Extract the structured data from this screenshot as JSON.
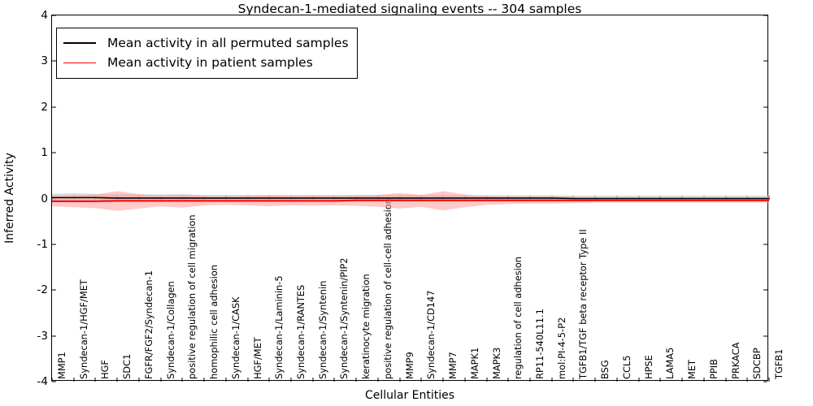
{
  "chart_data": {
    "type": "line",
    "title": "Syndecan-1-mediated signaling events -- 304 samples",
    "xlabel": "Cellular Entities",
    "ylabel": "Inferred Activity",
    "ylim": [
      -4,
      4
    ],
    "yticks": [
      -4,
      -3,
      -2,
      -1,
      0,
      1,
      2,
      3,
      4
    ],
    "yticklabels": [
      "-4",
      "-3",
      "-2",
      "-1",
      "0",
      "1",
      "2",
      "3",
      "4"
    ],
    "grid": false,
    "legend_position": "upper left",
    "legend": [
      {
        "label": "Mean activity in all permuted samples",
        "color": "#000000"
      },
      {
        "label": "Mean activity in patient samples",
        "color": "#ff0000"
      }
    ],
    "categories": [
      "MMP1",
      "Syndecan-1/HGF/MET",
      "HGF",
      "SDC1",
      "FGFR/FGF2/Syndecan-1",
      "Syndecan-1/Collagen",
      "positive regulation of cell migration",
      "homophilic cell adhesion",
      "Syndecan-1/CASK",
      "HGF/MET",
      "Syndecan-1/Laminin-5",
      "Syndecan-1/RANTES",
      "Syndecan-1/Syntenin",
      "Syndecan-1/Syntenin/PIP2",
      "keratinocyte migration",
      "positive regulation of cell-cell adhesion",
      "MMP9",
      "Syndecan-1/CD147",
      "MMP7",
      "MAPK1",
      "MAPK3",
      "regulation of cell adhesion",
      "RP11-540L11.1",
      "mol:PI-4-5-P2",
      "TGFB1/TGF beta receptor Type II",
      "BSG",
      "CCL5",
      "HPSE",
      "LAMA5",
      "MET",
      "PPIB",
      "PRKACA",
      "SDCBP",
      "TGFB1"
    ],
    "series": [
      {
        "name": "Mean activity in all permuted samples",
        "color": "#000000",
        "band_color": "#c8c8c8",
        "values": [
          0.02,
          0.02,
          0.02,
          0.01,
          0.01,
          0.01,
          0.01,
          0.01,
          0.01,
          0.01,
          0.01,
          0.01,
          0.01,
          0.01,
          0.01,
          0.01,
          0.01,
          0.01,
          0.01,
          0.01,
          0.01,
          0.01,
          0.01,
          0.01,
          0.0,
          0.0,
          0.0,
          0.0,
          0.0,
          0.0,
          0.0,
          0.0,
          0.0,
          0.0
        ],
        "band_upper": [
          0.1,
          0.11,
          0.1,
          0.09,
          0.09,
          0.09,
          0.09,
          0.08,
          0.08,
          0.08,
          0.08,
          0.08,
          0.08,
          0.08,
          0.08,
          0.08,
          0.08,
          0.08,
          0.08,
          0.07,
          0.07,
          0.07,
          0.07,
          0.07,
          0.06,
          0.06,
          0.06,
          0.06,
          0.06,
          0.06,
          0.06,
          0.06,
          0.06,
          0.06
        ],
        "band_lower": [
          -0.07,
          -0.08,
          -0.07,
          -0.06,
          -0.06,
          -0.06,
          -0.06,
          -0.06,
          -0.06,
          -0.06,
          -0.06,
          -0.06,
          -0.06,
          -0.06,
          -0.06,
          -0.06,
          -0.06,
          -0.06,
          -0.06,
          -0.05,
          -0.05,
          -0.05,
          -0.05,
          -0.05,
          -0.05,
          -0.05,
          -0.05,
          -0.05,
          -0.05,
          -0.05,
          -0.05,
          -0.05,
          -0.05,
          -0.05
        ]
      },
      {
        "name": "Mean activity in patient samples",
        "color": "#ff0000",
        "band_color": "#ff9f9f",
        "values": [
          -0.06,
          -0.06,
          -0.06,
          -0.05,
          -0.05,
          -0.05,
          -0.05,
          -0.05,
          -0.05,
          -0.05,
          -0.05,
          -0.05,
          -0.05,
          -0.05,
          -0.04,
          -0.04,
          -0.04,
          -0.04,
          -0.04,
          -0.04,
          -0.04,
          -0.04,
          -0.04,
          -0.04,
          -0.04,
          -0.04,
          -0.04,
          -0.04,
          -0.04,
          -0.04,
          -0.04,
          -0.04,
          -0.04,
          -0.04
        ],
        "band_upper": [
          0.04,
          0.06,
          0.09,
          0.16,
          0.1,
          0.06,
          0.09,
          0.05,
          0.04,
          0.05,
          0.07,
          0.05,
          0.06,
          0.05,
          0.06,
          0.08,
          0.12,
          0.08,
          0.16,
          0.09,
          0.05,
          0.04,
          0.04,
          0.04,
          0.03,
          0.02,
          0.02,
          0.02,
          0.02,
          0.02,
          0.02,
          0.02,
          0.02,
          0.02
        ],
        "band_lower": [
          -0.17,
          -0.19,
          -0.21,
          -0.27,
          -0.22,
          -0.17,
          -0.2,
          -0.15,
          -0.14,
          -0.15,
          -0.17,
          -0.15,
          -0.16,
          -0.15,
          -0.16,
          -0.18,
          -0.22,
          -0.18,
          -0.26,
          -0.19,
          -0.14,
          -0.12,
          -0.11,
          -0.11,
          -0.1,
          -0.09,
          -0.09,
          -0.09,
          -0.09,
          -0.09,
          -0.09,
          -0.09,
          -0.09,
          -0.09
        ]
      }
    ]
  }
}
